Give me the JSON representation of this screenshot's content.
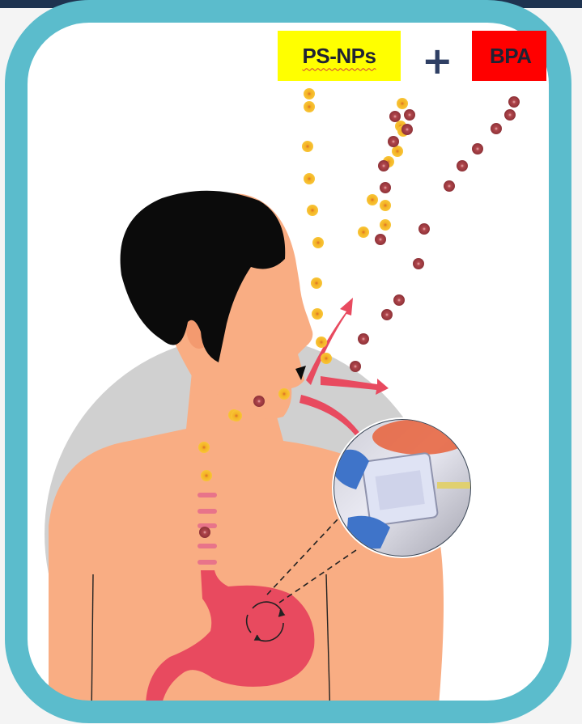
{
  "labels": {
    "ps_nps": "PS-NPs",
    "plus": "+",
    "bpa": "BPA"
  },
  "colors": {
    "frame_border": "#5bbccc",
    "top_bar": "#1e3350",
    "skin": "#f9ad83",
    "hair": "#0b0b0b",
    "background_circle": "#d0d0d0",
    "stomach": "#e84a5f",
    "arrow": "#e84a5f",
    "ps_nps_particle": "#f4b224",
    "bpa_particle": "#b0464c",
    "ps_nps_label_bg": "#ffff00",
    "bpa_label_bg": "#ff0000"
  },
  "icons": {
    "culture_flask": "cell-culture-flask-photo-inset",
    "rotation": "circular-arrows-icon"
  }
}
